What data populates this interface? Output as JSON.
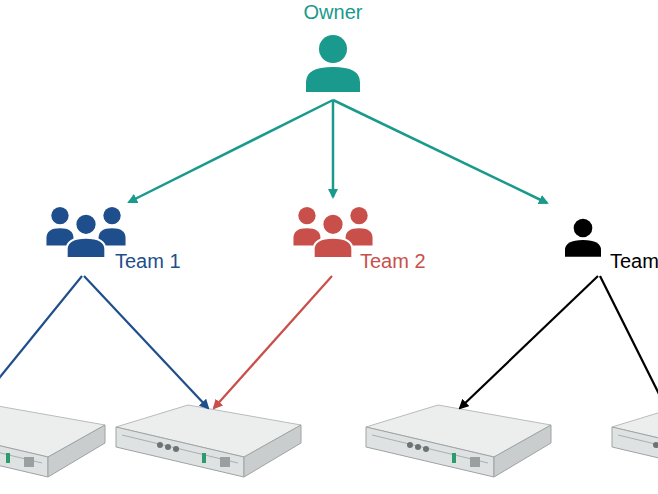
{
  "diagram": {
    "nodes": [
      {
        "text": [
          "Owner"
        ]
      },
      {
        "text": [
          "Team 1"
        ]
      },
      {
        "text": [
          "Team 2"
        ]
      },
      {
        "text": [
          "Team"
        ]
      }
    ],
    "edges": [
      {
        "from": 0,
        "to": 1,
        "arrow": "to"
      },
      {
        "from": 0,
        "to": 2,
        "arrow": "to"
      },
      {
        "from": 0,
        "to": 3,
        "arrow": "to"
      }
    ]
  }
}
